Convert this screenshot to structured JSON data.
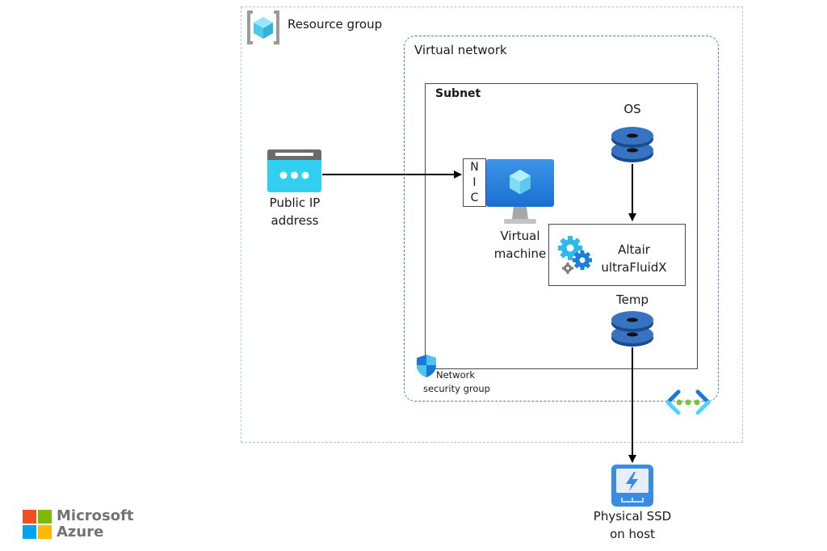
{
  "diagram": {
    "resource_group": {
      "label": "Resource group",
      "icon": "resource-group-icon"
    },
    "virtual_network": {
      "label": "Virtual network",
      "icon": "virtual-network-icon"
    },
    "subnet": {
      "label": "Subnet"
    },
    "public_ip": {
      "label_line1": "Public IP",
      "label_line2": "address",
      "icon": "public-ip-icon"
    },
    "nic": {
      "letters": [
        "N",
        "I",
        "C"
      ]
    },
    "virtual_machine": {
      "label_line1": "Virtual",
      "label_line2": "machine",
      "icon": "virtual-machine-icon"
    },
    "os_disk": {
      "label": "OS",
      "icon": "managed-disk-icon"
    },
    "application": {
      "label_line1": "Altair",
      "label_line2": "ultraFluidX",
      "icon": "gears-icon"
    },
    "temp_disk": {
      "label": "Temp",
      "icon": "managed-disk-icon"
    },
    "nsg": {
      "label_line1": "Network",
      "label_line2": "security group",
      "icon": "shield-icon"
    },
    "physical_ssd": {
      "label_line1": "Physical SSD",
      "label_line2": "on host",
      "icon": "ssd-icon"
    },
    "connections": [
      {
        "from": "Public IP address",
        "to": "NIC"
      },
      {
        "from": "OS",
        "to": "Altair ultraFluidX"
      },
      {
        "from": "Temp",
        "to": "Physical SSD on host"
      }
    ]
  },
  "branding": {
    "line1": "Microsoft",
    "line2": "Azure",
    "colors": {
      "red": "#f25022",
      "green": "#7fba00",
      "blue": "#00a4ef",
      "yellow": "#ffb900"
    }
  }
}
